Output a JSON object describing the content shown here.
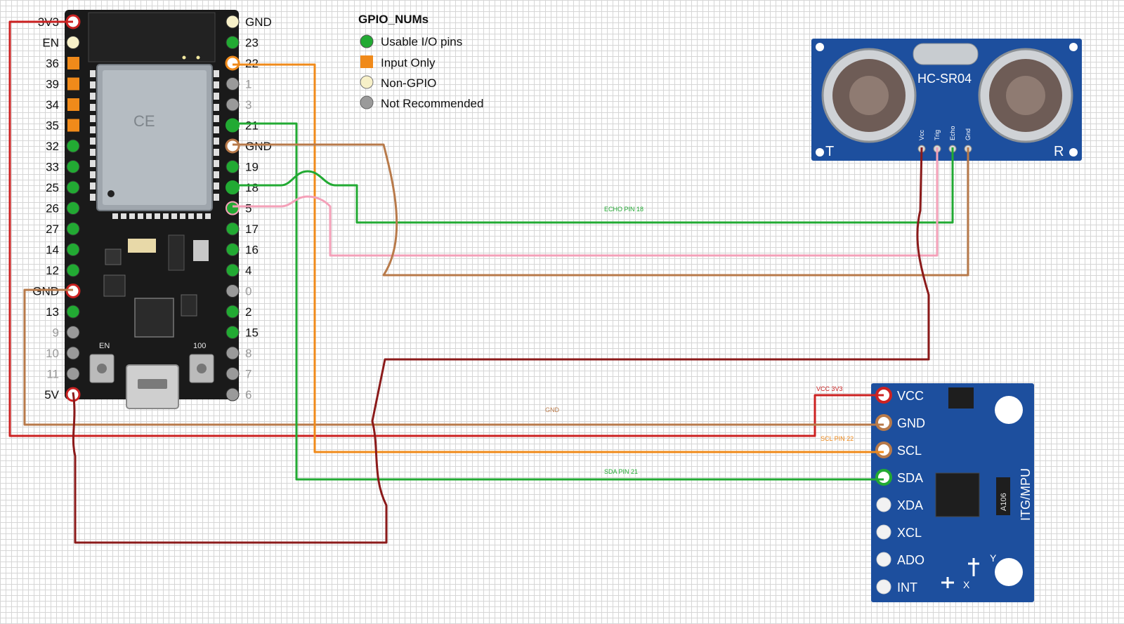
{
  "legend": {
    "title": "GPIO_NUMs",
    "items": [
      {
        "label": "Usable I/O pins",
        "shape": "circle",
        "color": "#22aa33"
      },
      {
        "label": "Input Only",
        "shape": "square",
        "color": "#f08a1a"
      },
      {
        "label": "Non-GPIO",
        "shape": "circle",
        "color": "#f7f0c8"
      },
      {
        "label": "Not Recommended",
        "shape": "circle",
        "color": "#9a9a9a"
      }
    ]
  },
  "esp32": {
    "left_pins": [
      {
        "label": "3V3",
        "type": "power"
      },
      {
        "label": "EN",
        "type": "nongpio"
      },
      {
        "label": "36",
        "type": "input"
      },
      {
        "label": "39",
        "type": "input"
      },
      {
        "label": "34",
        "type": "input"
      },
      {
        "label": "35",
        "type": "input"
      },
      {
        "label": "32",
        "type": "usable"
      },
      {
        "label": "33",
        "type": "usable"
      },
      {
        "label": "25",
        "type": "usable"
      },
      {
        "label": "26",
        "type": "usable"
      },
      {
        "label": "27",
        "type": "usable"
      },
      {
        "label": "14",
        "type": "usable"
      },
      {
        "label": "12",
        "type": "usable"
      },
      {
        "label": "GND",
        "type": "power"
      },
      {
        "label": "13",
        "type": "usable"
      },
      {
        "label": "9",
        "type": "notrec"
      },
      {
        "label": "10",
        "type": "notrec"
      },
      {
        "label": "11",
        "type": "notrec"
      },
      {
        "label": "5V",
        "type": "power"
      }
    ],
    "right_pins": [
      {
        "label": "GND",
        "type": "nongpio"
      },
      {
        "label": "23",
        "type": "usable"
      },
      {
        "label": "22",
        "type": "wired"
      },
      {
        "label": "1",
        "type": "notrec"
      },
      {
        "label": "3",
        "type": "notrec"
      },
      {
        "label": "21",
        "type": "wired"
      },
      {
        "label": "GND",
        "type": "wired"
      },
      {
        "label": "19",
        "type": "usable"
      },
      {
        "label": "18",
        "type": "wired"
      },
      {
        "label": "5",
        "type": "wired"
      },
      {
        "label": "17",
        "type": "usable"
      },
      {
        "label": "16",
        "type": "usable"
      },
      {
        "label": "4",
        "type": "usable"
      },
      {
        "label": "0",
        "type": "notrec"
      },
      {
        "label": "2",
        "type": "usable"
      },
      {
        "label": "15",
        "type": "usable"
      },
      {
        "label": "8",
        "type": "notrec"
      },
      {
        "label": "7",
        "type": "notrec"
      },
      {
        "label": "6",
        "type": "notrec"
      }
    ],
    "buttons": {
      "en": "EN",
      "boot": "100"
    }
  },
  "hcsr04": {
    "name": "HC-SR04",
    "pins": [
      "Vcc",
      "Trig",
      "Echo",
      "Gnd"
    ],
    "t_label": "T",
    "r_label": "R"
  },
  "mpu": {
    "pins": [
      "VCC",
      "GND",
      "SCL",
      "SDA",
      "XDA",
      "XCL",
      "ADO",
      "INT"
    ],
    "board_label": "ITG/MPU",
    "chip_label": "A106",
    "axis_x": "X",
    "axis_y": "Y"
  },
  "wire_labels": {
    "echo": "ECHO PIN 18",
    "gnd": "GND",
    "sda": "SDA PIN 21",
    "vcc": "VCC 3V3",
    "scl": "SCL PIN 22"
  },
  "colors": {
    "red": "#cc2222",
    "darkred": "#8b1a1a",
    "green": "#22aa33",
    "orange": "#f08a1a",
    "brown": "#b87a4a",
    "pink": "#f4a0b8",
    "pcb_blue": "#1d4f9e",
    "esp_board": "#1a1a1a"
  }
}
